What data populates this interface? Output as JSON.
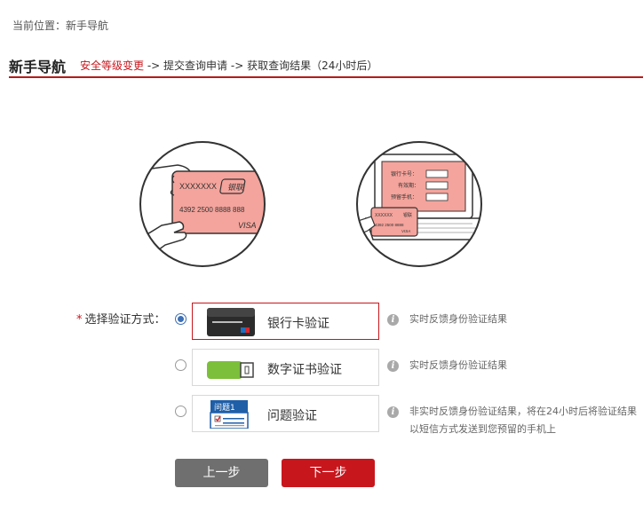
{
  "breadcrumb": {
    "text": "当前位置：新手导航"
  },
  "guide": {
    "title": "新手导航",
    "step_active": "安全等级变更",
    "sep1": " -> ",
    "step2": "提交查询申请",
    "sep2": " -> ",
    "step3": "获取查询结果（24小时后）"
  },
  "illustrations": {
    "card": {
      "number_placeholder": "XXXXXXX",
      "brand": "银联",
      "card_number": "4392 2500 8888 888",
      "network": "VISA"
    },
    "laptop": {
      "form_labels": [
        "银行卡号：",
        "有效期：",
        "预留手机："
      ],
      "mini_card_placeholder": "XXXXXX",
      "mini_card_brand": "银联",
      "mini_card_number": "4392 2500 8888",
      "mini_card_network": "VISA"
    }
  },
  "form": {
    "required_mark": "*",
    "label": "选择验证方式：",
    "options": [
      {
        "label": "银行卡验证",
        "hint": "实时反馈身份验证结果",
        "selected": true,
        "icon": "bank-card-icon"
      },
      {
        "label": "数字证书验证",
        "hint": "实时反馈身份验证结果",
        "selected": false,
        "icon": "usb-key-icon"
      },
      {
        "label": "问题验证",
        "hint": "非实时反馈身份验证结果，将在24小时后将验证结果以短信方式发送到您预留的手机上",
        "selected": false,
        "icon": "question-form-icon",
        "icon_text": "问题1"
      }
    ]
  },
  "buttons": {
    "prev": "上一步",
    "next": "下一步"
  },
  "colors": {
    "accent": "#c8161d",
    "radio": "#3b6fb6",
    "prev_button": "#6f6f6f",
    "card_pink": "#f4a49c"
  }
}
